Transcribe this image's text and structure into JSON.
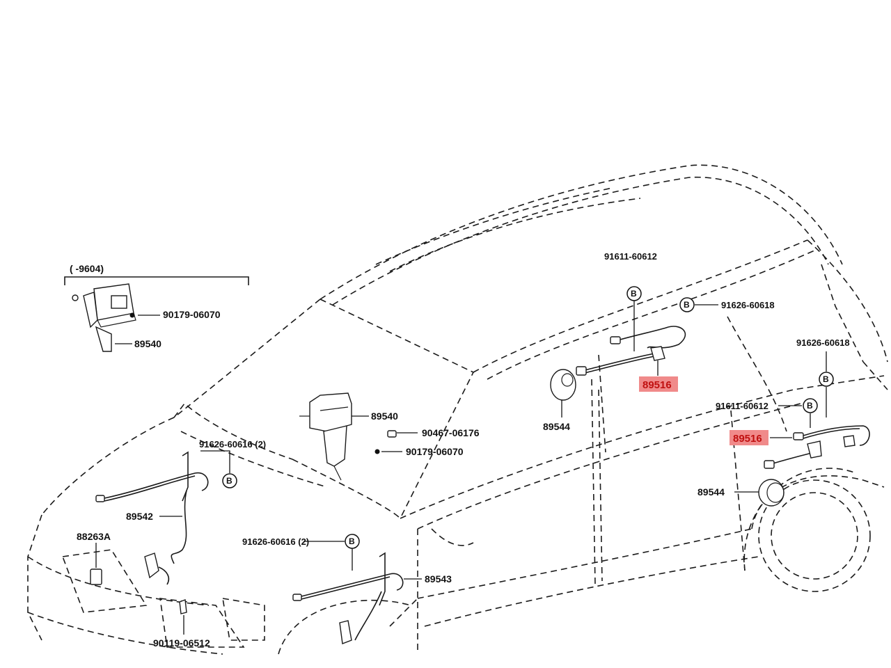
{
  "labels": {
    "p89540_top": "89540",
    "p90179_top": "90179-06070",
    "bracket_range": "(      -9604)",
    "p89540_mid": "89540",
    "p90467": "90467-06176",
    "p90179_mid": "90179-06070",
    "p91626_60616_a": "91626-60616 (2)",
    "p91626_60616_b": "91626-60616 (2)",
    "p89542": "89542",
    "p88263A": "88263A",
    "p90119": "90119-06512",
    "p89543": "89543",
    "p91611_a": "91611-60612",
    "p91626_60618_a": "91626-60618",
    "p89516_a": "89516",
    "p89544_a": "89544",
    "p91626_60618_b": "91626-60618",
    "p91611_b": "91611-60612",
    "p89516_b": "89516",
    "p89544_b": "89544",
    "callout_letter": "B"
  },
  "highlight_color": "#f08a8a",
  "highlight_text_color": "#c01010"
}
